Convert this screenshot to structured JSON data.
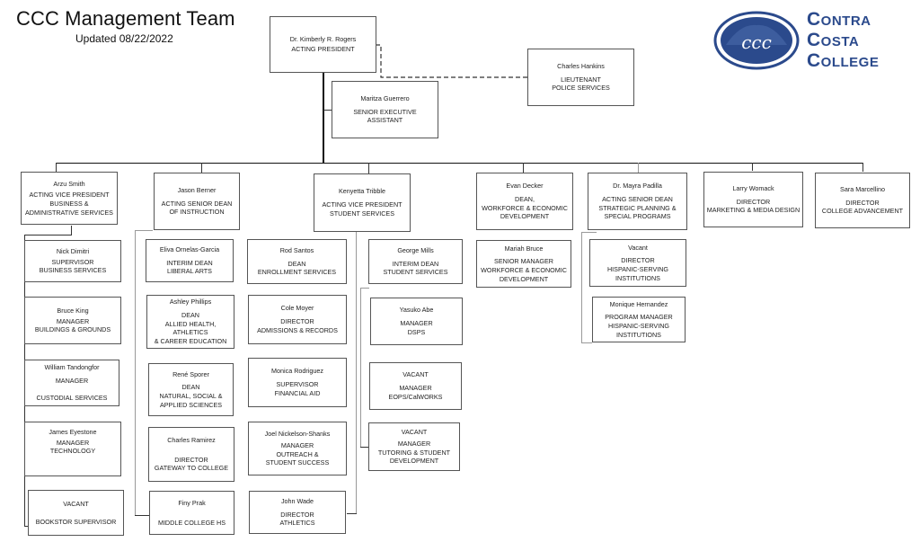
{
  "header": {
    "title": "CCC Management Team",
    "updated": "Updated 08/22/2022"
  },
  "logo": {
    "icon": "contra-costa-college-logo-icon",
    "monogram": "ccc",
    "lines": [
      "Contra",
      "Costa",
      "College"
    ],
    "brand_color": "#2b4a8c"
  },
  "president": {
    "name": "Dr. Kimberly R. Rogers",
    "role": "ACTING PRESIDENT"
  },
  "assistant": {
    "name": "Maritza Guerrero",
    "role": "SENIOR EXECUTIVE\nASSISTANT"
  },
  "police": {
    "name": "Charles Hankins",
    "role": "LIEUTENANT\nPOLICE SERVICES"
  },
  "direct_reports": [
    {
      "name": "Arzu Smith",
      "role": "ACTING VICE PRESIDENT\nBUSINESS &\nADMINISTRATIVE SERVICES"
    },
    {
      "name": "Jason Berner",
      "role": "ACTING SENIOR DEAN\nOF INSTRUCTION"
    },
    {
      "name": "Kenyetta Tribble",
      "role": "ACTING VICE PRESIDENT\nSTUDENT SERVICES"
    },
    {
      "name": "Evan Decker",
      "role": "DEAN,\nWORKFORCE & ECONOMIC\nDEVELOPMENT"
    },
    {
      "name": "Dr. Mayra Padilla",
      "role": "ACTING SENIOR DEAN\nSTRATEGIC PLANNING &\nSPECIAL PROGRAMS"
    },
    {
      "name": "Larry Womack",
      "role": "DIRECTOR\nMARKETING & MEDIA DESIGN"
    },
    {
      "name": "Sara Marcellino",
      "role": "DIRECTOR\nCOLLEGE ADVANCEMENT"
    }
  ],
  "business_services": [
    {
      "name": "Nick Dimitri",
      "role": "SUPERVISOR\nBUSINESS SERVICES"
    },
    {
      "name": "Bruce King",
      "role": "MANAGER\nBUILDINGS & GROUNDS"
    },
    {
      "name": "William Tandongfor",
      "role": "MANAGER\n\nCUSTODIAL SERVICES"
    },
    {
      "name": "James Eyestone",
      "role": "MANAGER\nTECHNOLOGY"
    },
    {
      "name": "VACANT",
      "role": "BOOKSTOR SUPERVISOR"
    }
  ],
  "instruction": [
    {
      "name": "Eliva Ornelas-Garcia",
      "role": "INTERIM DEAN\nLIBERAL ARTS"
    },
    {
      "name": "Ashley Phillips",
      "role": "DEAN\nALLIED HEALTH, ATHLETICS\n& CAREER EDUCATION"
    },
    {
      "name": "René Sporer",
      "role": "DEAN\nNATURAL, SOCIAL &\nAPPLIED SCIENCES"
    },
    {
      "name": "Charles Ramirez",
      "role": "DIRECTOR\nGATEWAY TO COLLEGE"
    },
    {
      "name": "Finy Prak",
      "role": "MIDDLE COLLEGE HS"
    }
  ],
  "student_services_left": [
    {
      "name": "Rod Santos",
      "role": "DEAN\nENROLLMENT SERVICES"
    },
    {
      "name": "Cole Moyer",
      "role": "DIRECTOR\nADMISSIONS & RECORDS"
    },
    {
      "name": "Monica Rodriguez",
      "role": "SUPERVISOR\nFINANCIAL AID"
    },
    {
      "name": "Joel Nickelson-Shanks",
      "role": "MANAGER\nOUTREACH &\nSTUDENT SUCCESS"
    },
    {
      "name": "John Wade",
      "role": "DIRECTOR\nATHLETICS"
    }
  ],
  "student_services_right": [
    {
      "name": "George Mills",
      "role": "INTERIM DEAN\nSTUDENT SERVICES"
    },
    {
      "name": "Yasuko Abe",
      "role": "MANAGER\nDSPS"
    },
    {
      "name": "VACANT",
      "role": "MANAGER\nEOPS/CalWORKS"
    },
    {
      "name": "VACANT",
      "role": "MANAGER\nTUTORING &  STUDENT\nDEVELOPMENT"
    }
  ],
  "workforce": [
    {
      "name": "Mariah Bruce",
      "role": "SENIOR MANAGER\nWORKFORCE & ECONOMIC\nDEVELOPMENT"
    }
  ],
  "strategic": [
    {
      "name": "Vacant",
      "role": "DIRECTOR\nHISPANIC-SERVING\nINSTITUTIONS"
    },
    {
      "name": "Monique Hernandez",
      "role": "PROGRAM MANAGER\nHISPANIC-SERVING\nINSTITUTIONS"
    }
  ]
}
